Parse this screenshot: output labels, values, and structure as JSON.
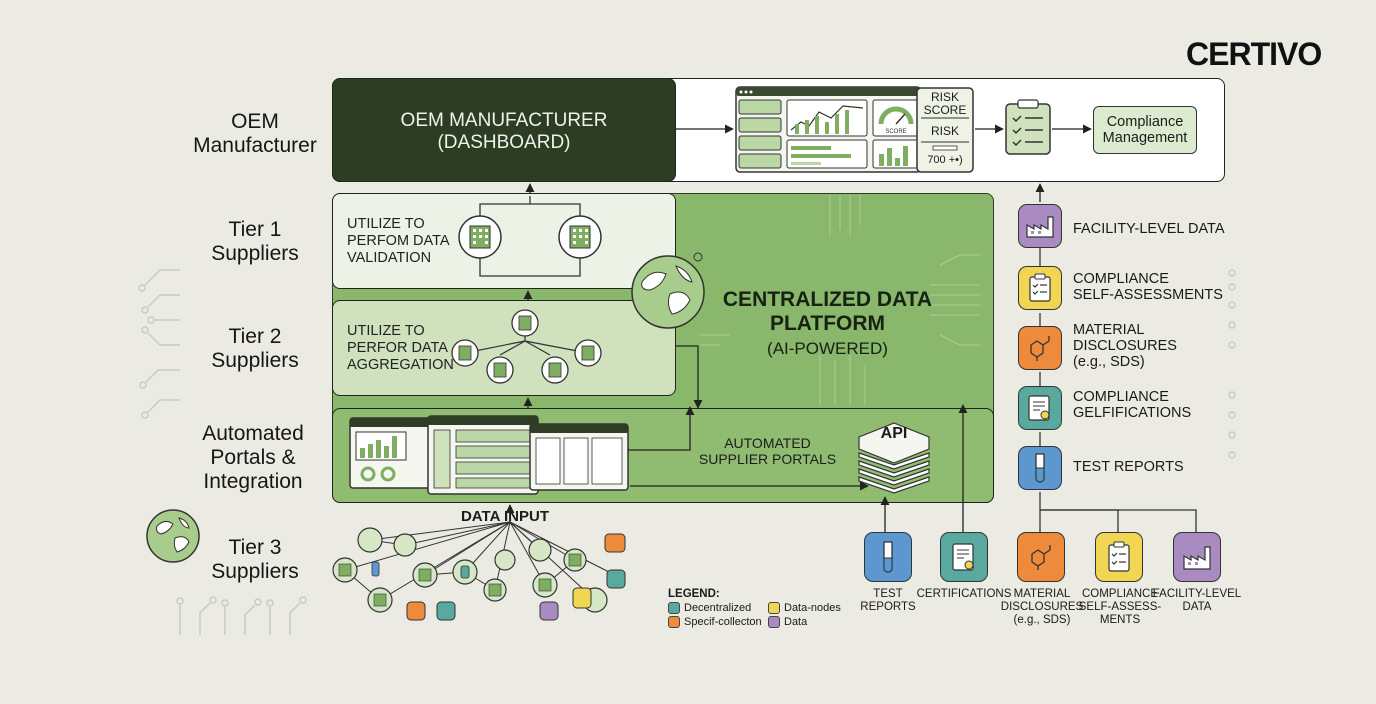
{
  "brand": {
    "logo_text": "CERTIVO"
  },
  "rows": {
    "oem": "OEM Manufacturer",
    "tier1": "Tier 1 Suppliers",
    "tier2": "Tier 2 Suppliers",
    "portals": "Automated Portals & Integration",
    "tier3": "Tier 3 Suppliers"
  },
  "oem_box": {
    "title_line1": "OEM MANUFACTURER",
    "title_line2": "(DASHBOARD)"
  },
  "dashboard": {
    "score_label": "SCORE",
    "risk_score_line1": "RISK",
    "risk_score_line2": "SCORE",
    "risk_label": "RISK",
    "risk_value": "700 +•)"
  },
  "compliance_management": {
    "line1": "Compliance",
    "line2": "Management"
  },
  "tier1_box": {
    "line1": "UTILIZE TO",
    "line2": "PERFOM DATA",
    "line3": "VALIDATION"
  },
  "tier2_box": {
    "line1": "UTILIZE TO",
    "line2": "PERFOR DATA",
    "line3": "AGGREGATION"
  },
  "platform": {
    "line1": "CENTRALIZED DATA",
    "line2": "PLATFORM",
    "line3": "(AI-POWERED)"
  },
  "portals_box": {
    "line1": "AUTOMATED",
    "line2": "SUPPLIER PORTALS",
    "api": "API"
  },
  "data_input": "DATA INPUT",
  "right_stack": [
    {
      "line1": "FACILITY-LEVEL DATA",
      "line2": "",
      "line3": "",
      "color": "#a98bc2",
      "icon": "factory-icon"
    },
    {
      "line1": "COMPLIANCE",
      "line2": "SELF-ASSESSMENTS",
      "line3": "",
      "color": "#f1d653",
      "icon": "clipboard-icon"
    },
    {
      "line1": "MATERIAL",
      "line2": "DISCLOSURES",
      "line3": "(e.g., SDS)",
      "color": "#ee8a3c",
      "icon": "molecule-icon"
    },
    {
      "line1": "COMPLIANCE",
      "line2": "GELFIFICATIONS",
      "line3": "",
      "color": "#5aa99f",
      "icon": "certificate-icon"
    },
    {
      "line1": "TEST REPORTS",
      "line2": "",
      "line3": "",
      "color": "#5d97d0",
      "icon": "test-tube-icon"
    }
  ],
  "bottom_items": [
    {
      "line1": "TEST",
      "line2": "REPORTS",
      "line3": "",
      "line4": "",
      "color": "#5d97d0",
      "icon": "test-tube-icon"
    },
    {
      "line1": "CERTIFICATIONS",
      "line2": "",
      "line3": "",
      "line4": "",
      "color": "#5aa99f",
      "icon": "certificate-icon"
    },
    {
      "line1": "MATERIAL",
      "line2": "DISCLOSURES",
      "line3": "(e.g., SDS)",
      "line4": "",
      "color": "#ee8a3c",
      "icon": "molecule-icon"
    },
    {
      "line1": "COMPLIANCE",
      "line2": "SELF-ASSESS-",
      "line3": "MENTS",
      "line4": "",
      "color": "#f1d653",
      "icon": "clipboard-icon"
    },
    {
      "line1": "FACILITY-LEVEL",
      "line2": "DATA",
      "line3": "",
      "line4": "",
      "color": "#a98bc2",
      "icon": "factory-icon"
    }
  ],
  "legend": {
    "title": "LEGEND:",
    "items": [
      {
        "label": "Decentralized",
        "color": "#5aa99f"
      },
      {
        "label": "Data-nodes",
        "color": "#f1d653"
      },
      {
        "label": "Specif-collecton",
        "color": "#ee8a3c"
      },
      {
        "label": "Data",
        "color": "#a98bc2"
      }
    ]
  }
}
